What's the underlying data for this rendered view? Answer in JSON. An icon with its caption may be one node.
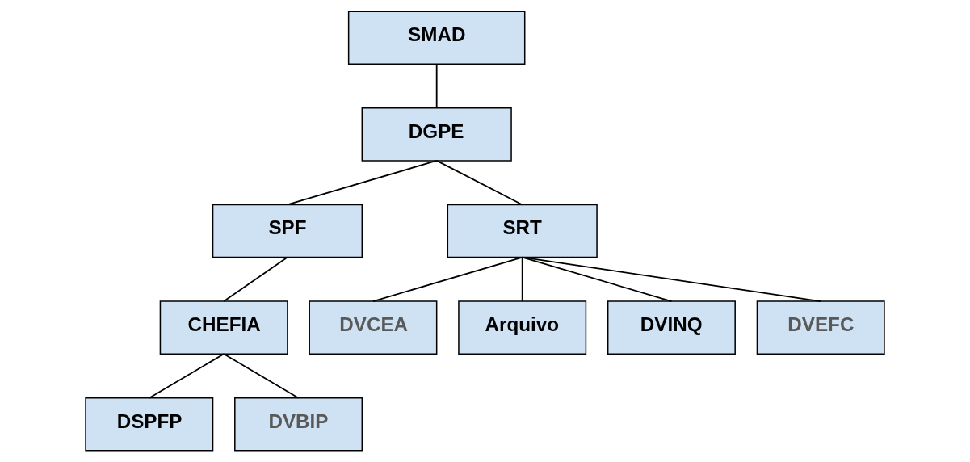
{
  "diagram": {
    "nodes": [
      {
        "text": [
          "SMAD"
        ]
      },
      {
        "text": [
          "DGPE"
        ]
      },
      {
        "text": [
          "SPF"
        ]
      },
      {
        "text": [
          "SRT"
        ]
      },
      {
        "text": [
          "CHEFIA"
        ]
      },
      {
        "text": [
          "DVCEA"
        ]
      },
      {
        "text": [
          "Arquivo"
        ]
      },
      {
        "text": [
          "DVINQ"
        ]
      },
      {
        "text": [
          "DVEFC"
        ]
      },
      {
        "text": [
          "DSPFP"
        ]
      },
      {
        "text": [
          "DVBIP"
        ]
      }
    ],
    "edges": [
      {
        "from": 0,
        "to": 1,
        "arrow": "none"
      },
      {
        "from": 1,
        "to": 2,
        "arrow": "none"
      },
      {
        "from": 1,
        "to": 3,
        "arrow": "none"
      },
      {
        "from": 2,
        "to": 4,
        "arrow": "none"
      },
      {
        "from": 4,
        "to": 9,
        "arrow": "none"
      },
      {
        "from": 4,
        "to": 10,
        "arrow": "none"
      },
      {
        "from": 3,
        "to": 5,
        "arrow": "none"
      },
      {
        "from": 3,
        "to": 6,
        "arrow": "none"
      },
      {
        "from": 3,
        "to": 7,
        "arrow": "none"
      },
      {
        "from": 3,
        "to": 8,
        "arrow": "none"
      }
    ]
  }
}
